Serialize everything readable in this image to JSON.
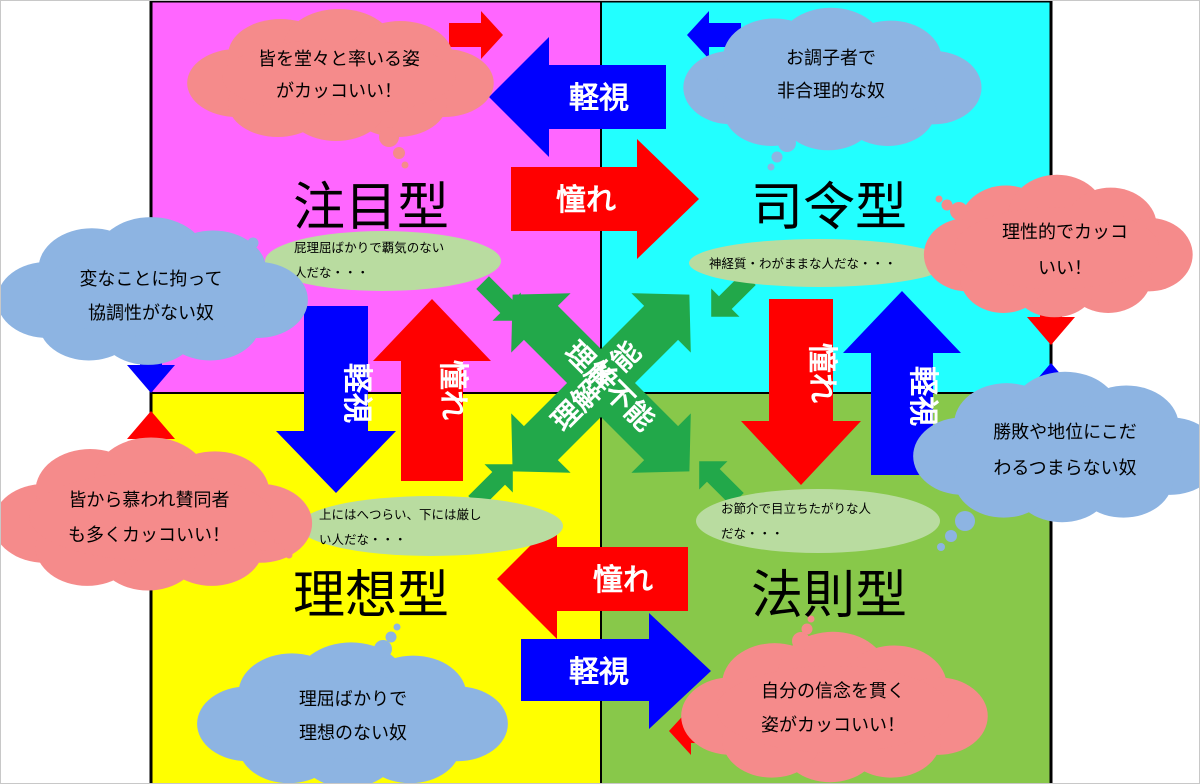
{
  "colors": {
    "attention": "#ff66ff",
    "command": "#22ffff",
    "ideal": "#ffff00",
    "rule": "#88c84a",
    "admire": "#ff0000",
    "despise": "#0000ff",
    "bridge": "#22a84a",
    "cloud_pink": "#f58b8b",
    "cloud_blue": "#8db4e2",
    "bubble_green": "#b9dca0"
  },
  "quadrants": {
    "attention": "注目型",
    "command": "司令型",
    "ideal": "理想型",
    "rule": "法則型"
  },
  "arrows": {
    "top_despise": "軽視",
    "top_admire": "憧れ",
    "left_despise": "軽視",
    "left_admire": "憧れ",
    "right_admire": "憧れ",
    "right_despise": "軽視",
    "bottom_admire": "憧れ",
    "bottom_despise": "軽視"
  },
  "center": {
    "line1": "理解不能",
    "line2": "理解不能"
  },
  "clouds": {
    "attention_admire": [
      "皆を堂々と率いる姿",
      "がカッコいい！"
    ],
    "command_despise": [
      "お調子者で",
      "非合理的な奴"
    ],
    "attention_despise": [
      "変なことに拘って",
      "協調性がない奴"
    ],
    "command_admire": [
      "理性的でカッコ",
      "いい！"
    ],
    "rule_despise": [
      "勝敗や地位にこだ",
      "わるつまらない奴"
    ],
    "ideal_admire": [
      "皆から慕われ賛同者",
      "も多くカッコいい！"
    ],
    "ideal_despise": [
      "理屈ばかりで",
      "理想のない奴"
    ],
    "rule_admire": [
      "自分の信念を貫く",
      "姿がカッコいい！"
    ]
  },
  "bubbles": {
    "attention": [
      "屁理屈ばかりで覇気のない",
      "人だな・・・"
    ],
    "command": [
      "神経質・わがままな人だな・・・"
    ],
    "ideal": [
      "上にはへつらい、下には厳し",
      "い人だな・・・"
    ],
    "rule": [
      "お節介で目立ちたがりな人",
      "だな・・・"
    ]
  }
}
